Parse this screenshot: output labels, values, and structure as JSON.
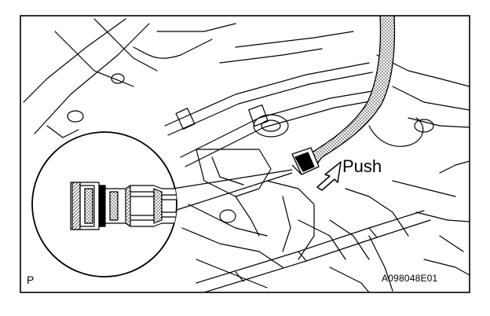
{
  "figure": {
    "callout_label": "Push",
    "corner_mark": "P",
    "figure_code": "A098048E01"
  },
  "colors": {
    "line": "#000000",
    "background": "#ffffff",
    "hatch": "#555555"
  }
}
